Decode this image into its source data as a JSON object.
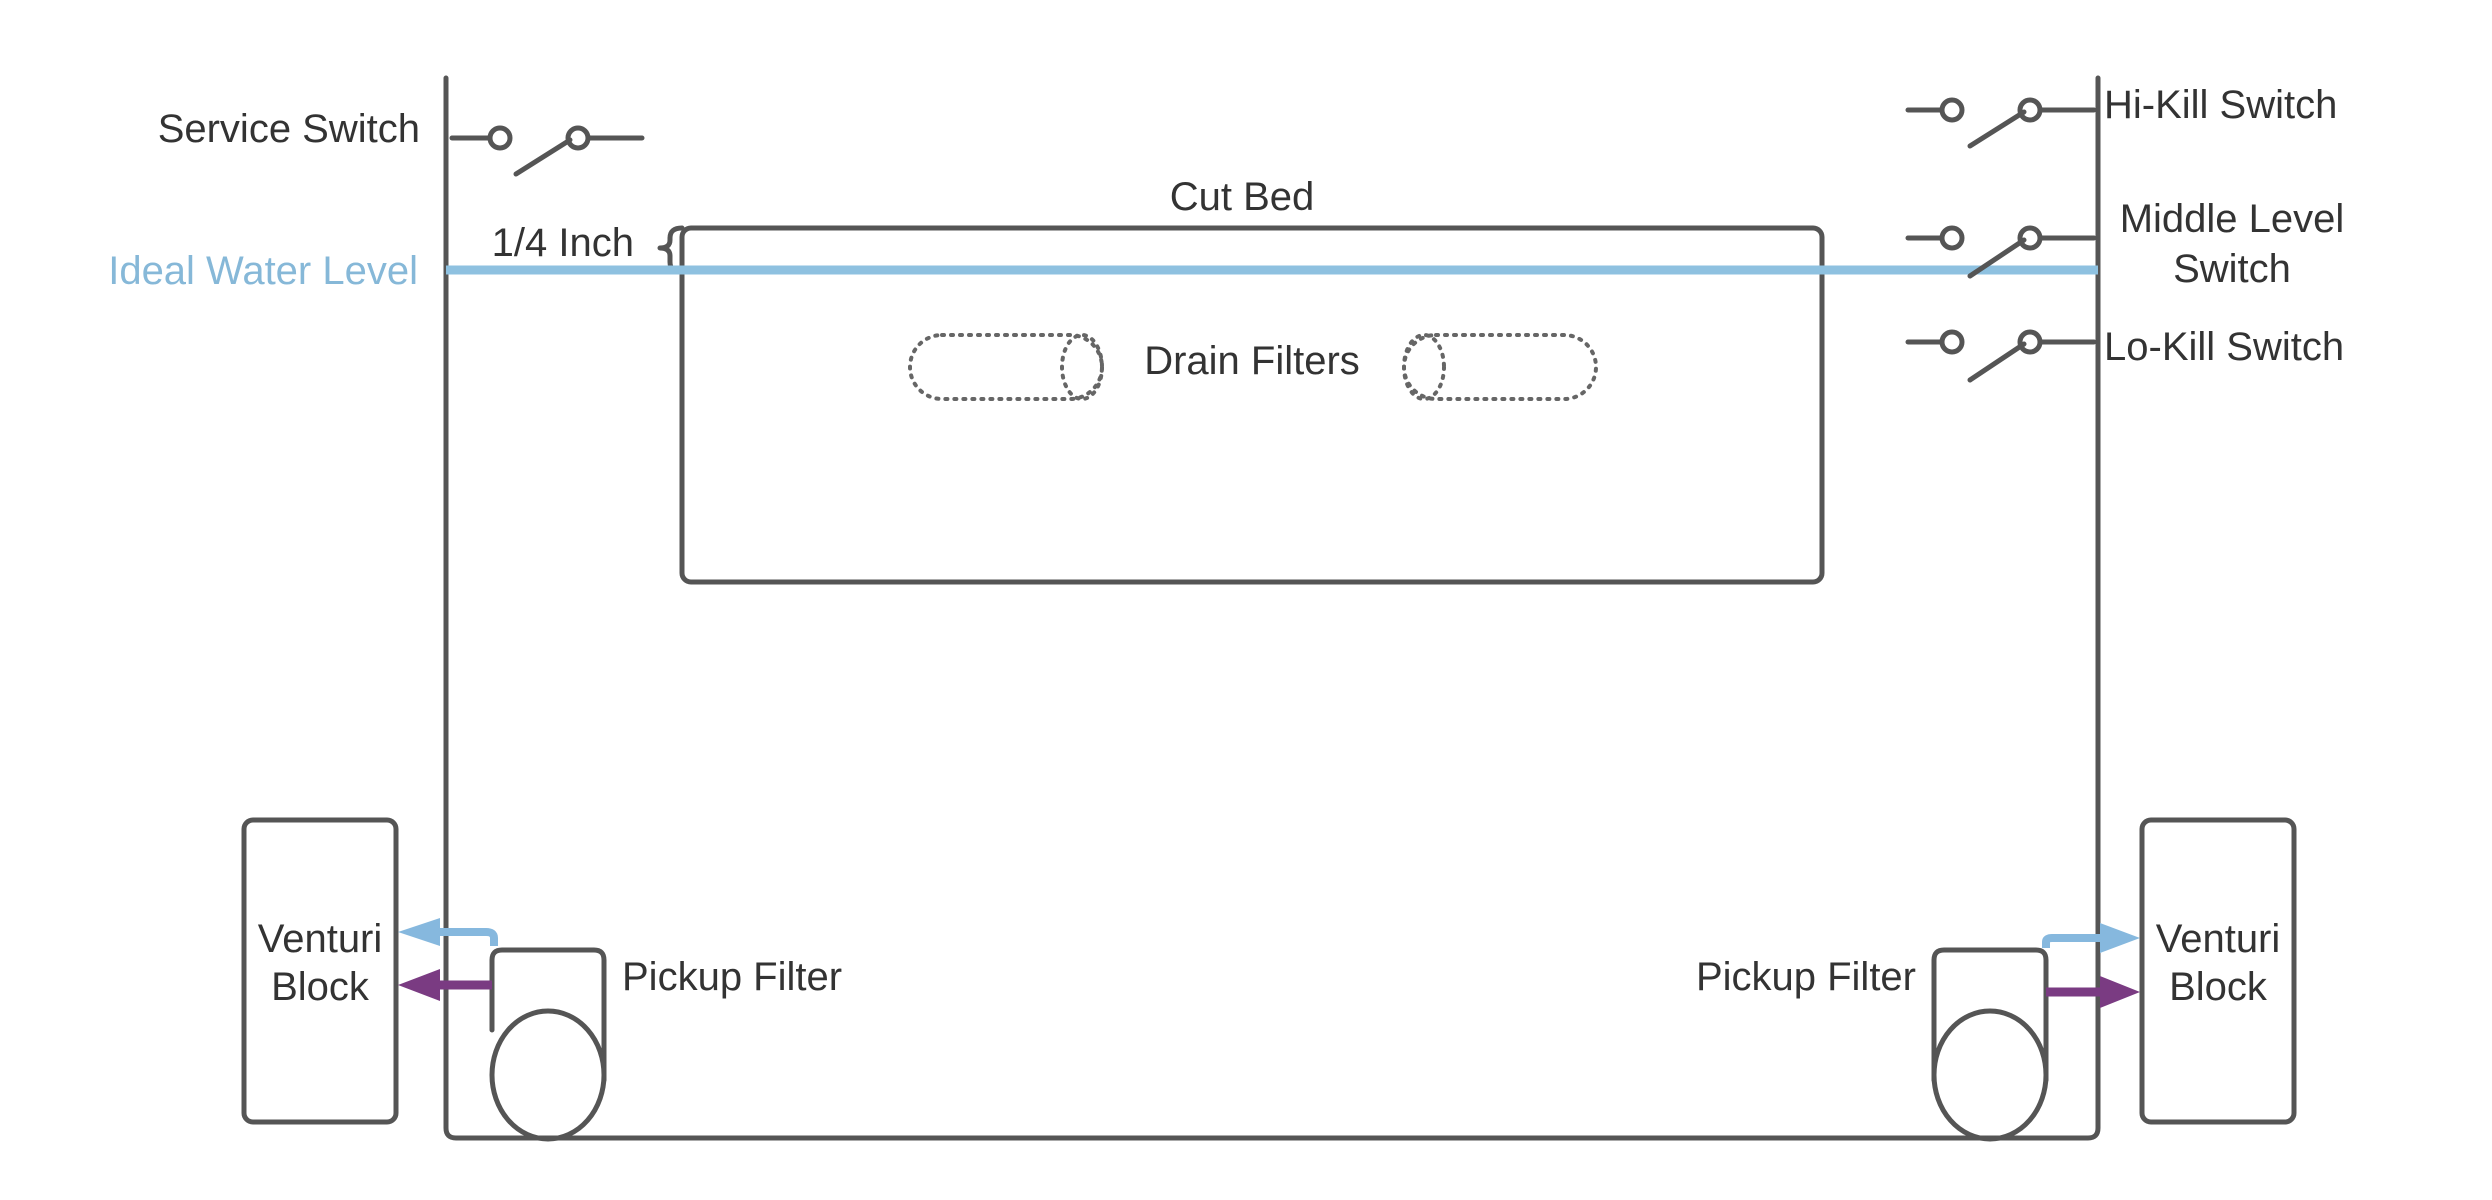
{
  "labels": {
    "service_switch": "Service Switch",
    "ideal_water_level": "Ideal Water Level",
    "quarter_inch": "1/4 Inch",
    "cut_bed": "Cut Bed",
    "drain_filters": "Drain Filters",
    "hi_kill_switch": "Hi-Kill Switch",
    "middle_level_switch_line1": "Middle Level",
    "middle_level_switch_line2": "Switch",
    "lo_kill_switch": "Lo-Kill Switch",
    "venturi_left_line1": "Venturi",
    "venturi_left_line2": "Block",
    "venturi_right_line1": "Venturi",
    "venturi_right_line2": "Block",
    "pickup_filter_left": "Pickup Filter",
    "pickup_filter_right": "Pickup Filter"
  },
  "colors": {
    "outline": "#555555",
    "text": "#333333",
    "water": "#8ec1e0",
    "water_arrow": "#86b8de",
    "purple_arrow": "#7a3b82"
  }
}
